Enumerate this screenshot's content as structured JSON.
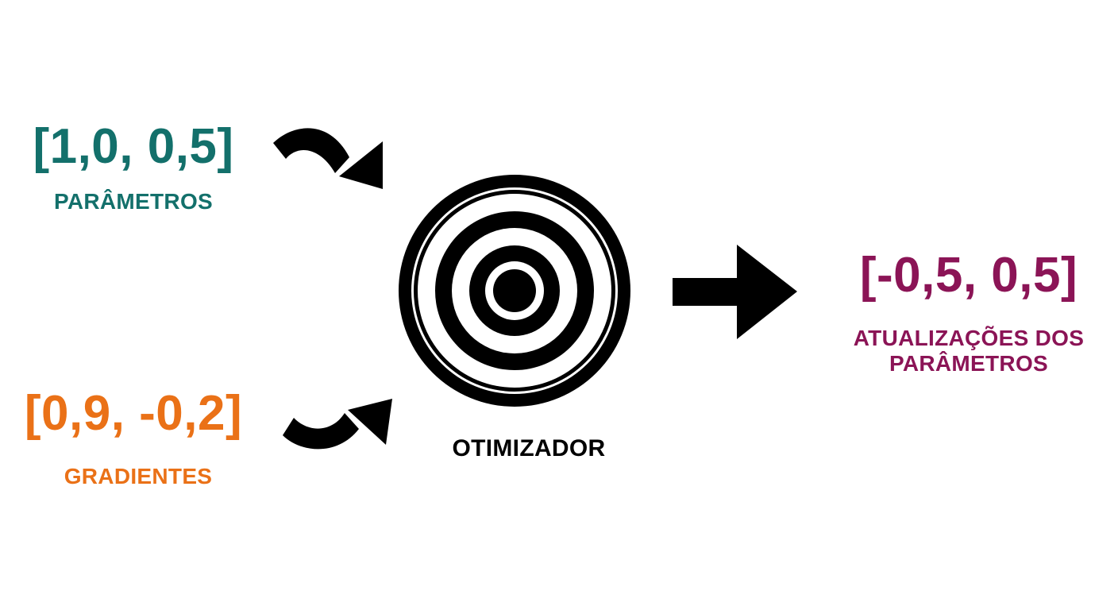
{
  "inputs": {
    "parameters": {
      "vector": "[1,0, 0,5]",
      "label": "PARÂMETROS",
      "color": "#13706b"
    },
    "gradients": {
      "vector": "[0,9, -0,2]",
      "label": "GRADIENTES",
      "color": "#ea7117"
    }
  },
  "optimizer": {
    "label": "OTIMIZADOR",
    "icon": "target-icon",
    "color": "#000000"
  },
  "output": {
    "vector": "[-0,5, 0,5]",
    "label": "ATUALIZAÇÕES DOS PARÂMETROS",
    "color": "#8b1456"
  },
  "arrows": {
    "curved_icon": "curved-arrow-icon",
    "straight_icon": "right-arrow-icon",
    "color": "#000000"
  }
}
